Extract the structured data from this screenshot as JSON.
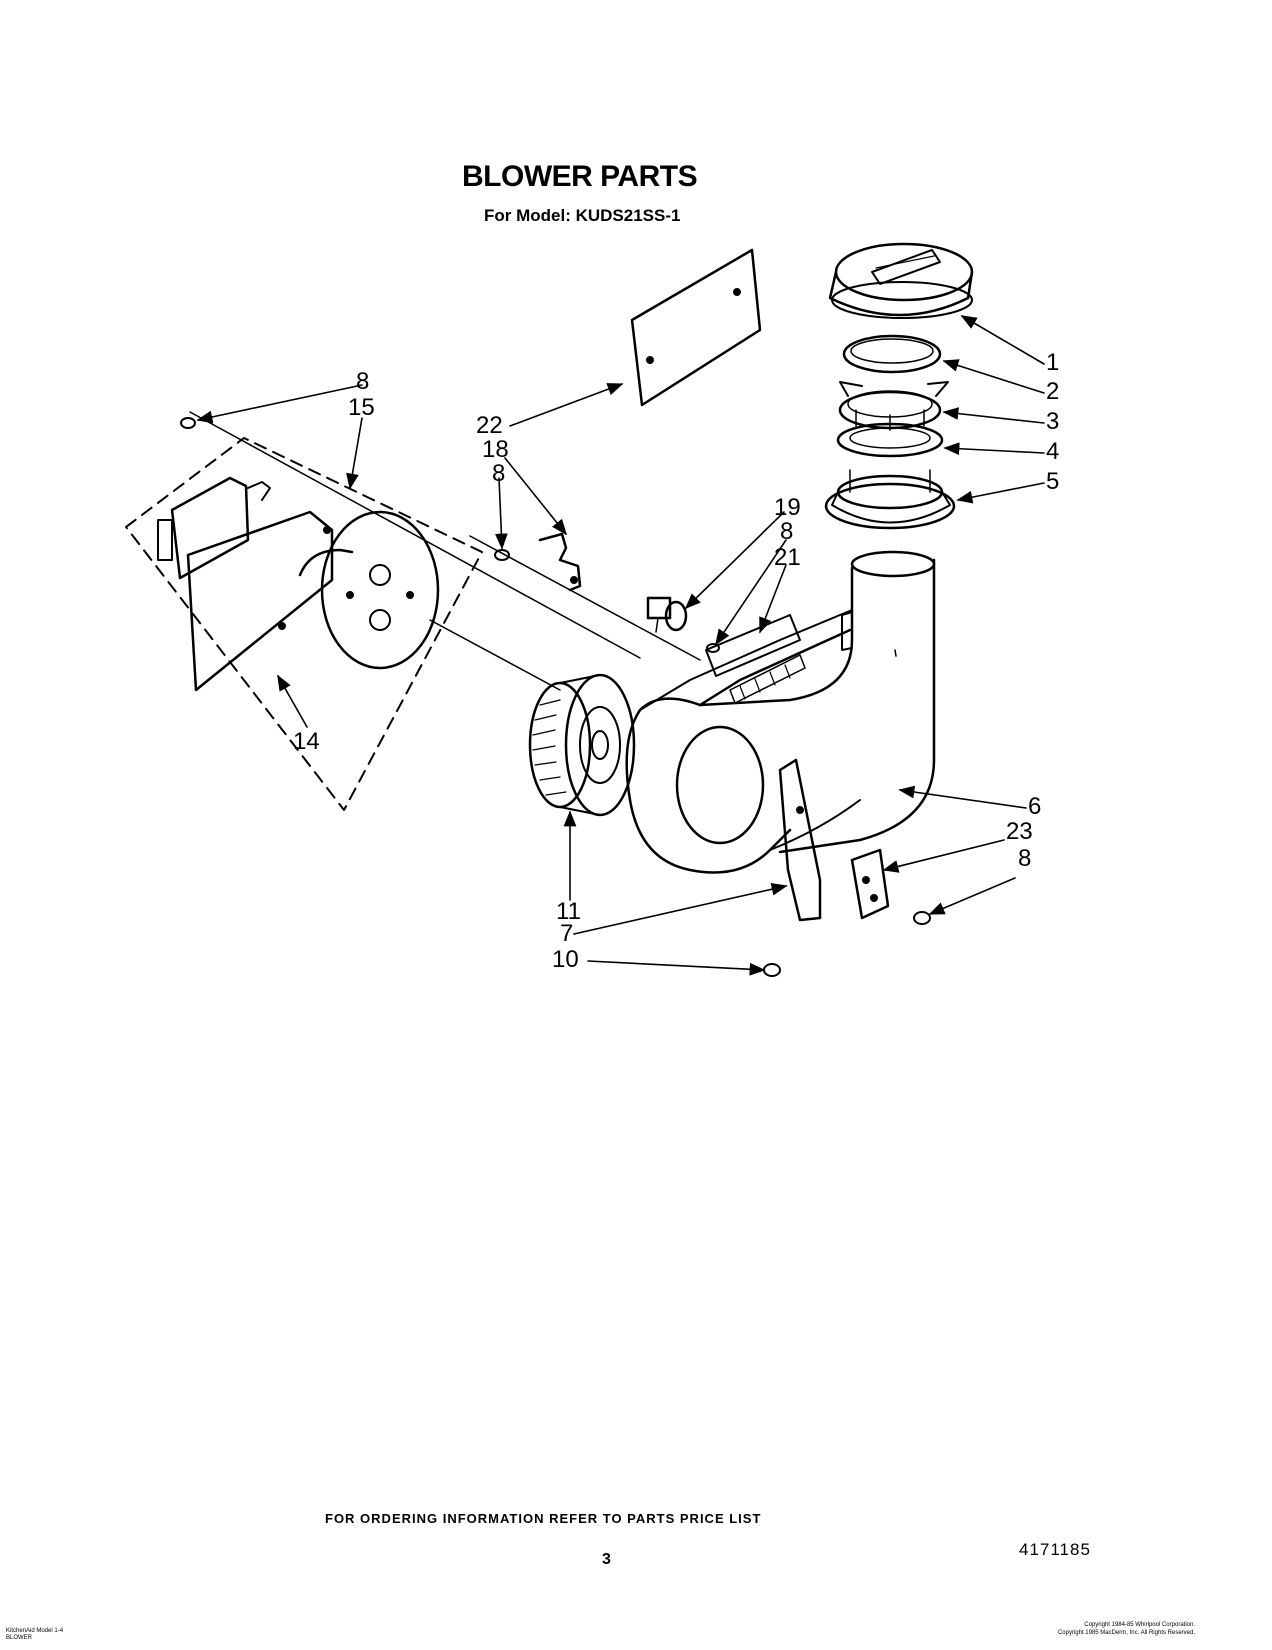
{
  "header": {
    "title": "BLOWER PARTS",
    "model_line": "For Model: KUDS21SS-1"
  },
  "callouts": [
    {
      "id": "c1",
      "label": "1"
    },
    {
      "id": "c2",
      "label": "2"
    },
    {
      "id": "c3",
      "label": "3"
    },
    {
      "id": "c4",
      "label": "4"
    },
    {
      "id": "c5",
      "label": "5"
    },
    {
      "id": "c6",
      "label": "6"
    },
    {
      "id": "c23",
      "label": "23"
    },
    {
      "id": "c8r",
      "label": "8"
    },
    {
      "id": "c8a",
      "label": "8"
    },
    {
      "id": "c15",
      "label": "15"
    },
    {
      "id": "c22",
      "label": "22"
    },
    {
      "id": "c18",
      "label": "18"
    },
    {
      "id": "c8b",
      "label": "8"
    },
    {
      "id": "c19",
      "label": "19"
    },
    {
      "id": "c8c",
      "label": "8"
    },
    {
      "id": "c21",
      "label": "21"
    },
    {
      "id": "c14",
      "label": "14"
    },
    {
      "id": "c11",
      "label": "11"
    },
    {
      "id": "c7",
      "label": "7"
    },
    {
      "id": "c10",
      "label": "10"
    }
  ],
  "footer": {
    "ordering_note": "FOR ORDERING INFORMATION REFER TO PARTS PRICE LIST",
    "page_number": "3",
    "doc_number": "4171185",
    "small_left": "KitchenAid Model 1-4\nBLOWER",
    "small_right_1": "Copyright 1984-85 Whirlpool Corporation.",
    "small_right_2": "Copyright 1985 MacDerm, Inc. All Rights Reserved."
  }
}
